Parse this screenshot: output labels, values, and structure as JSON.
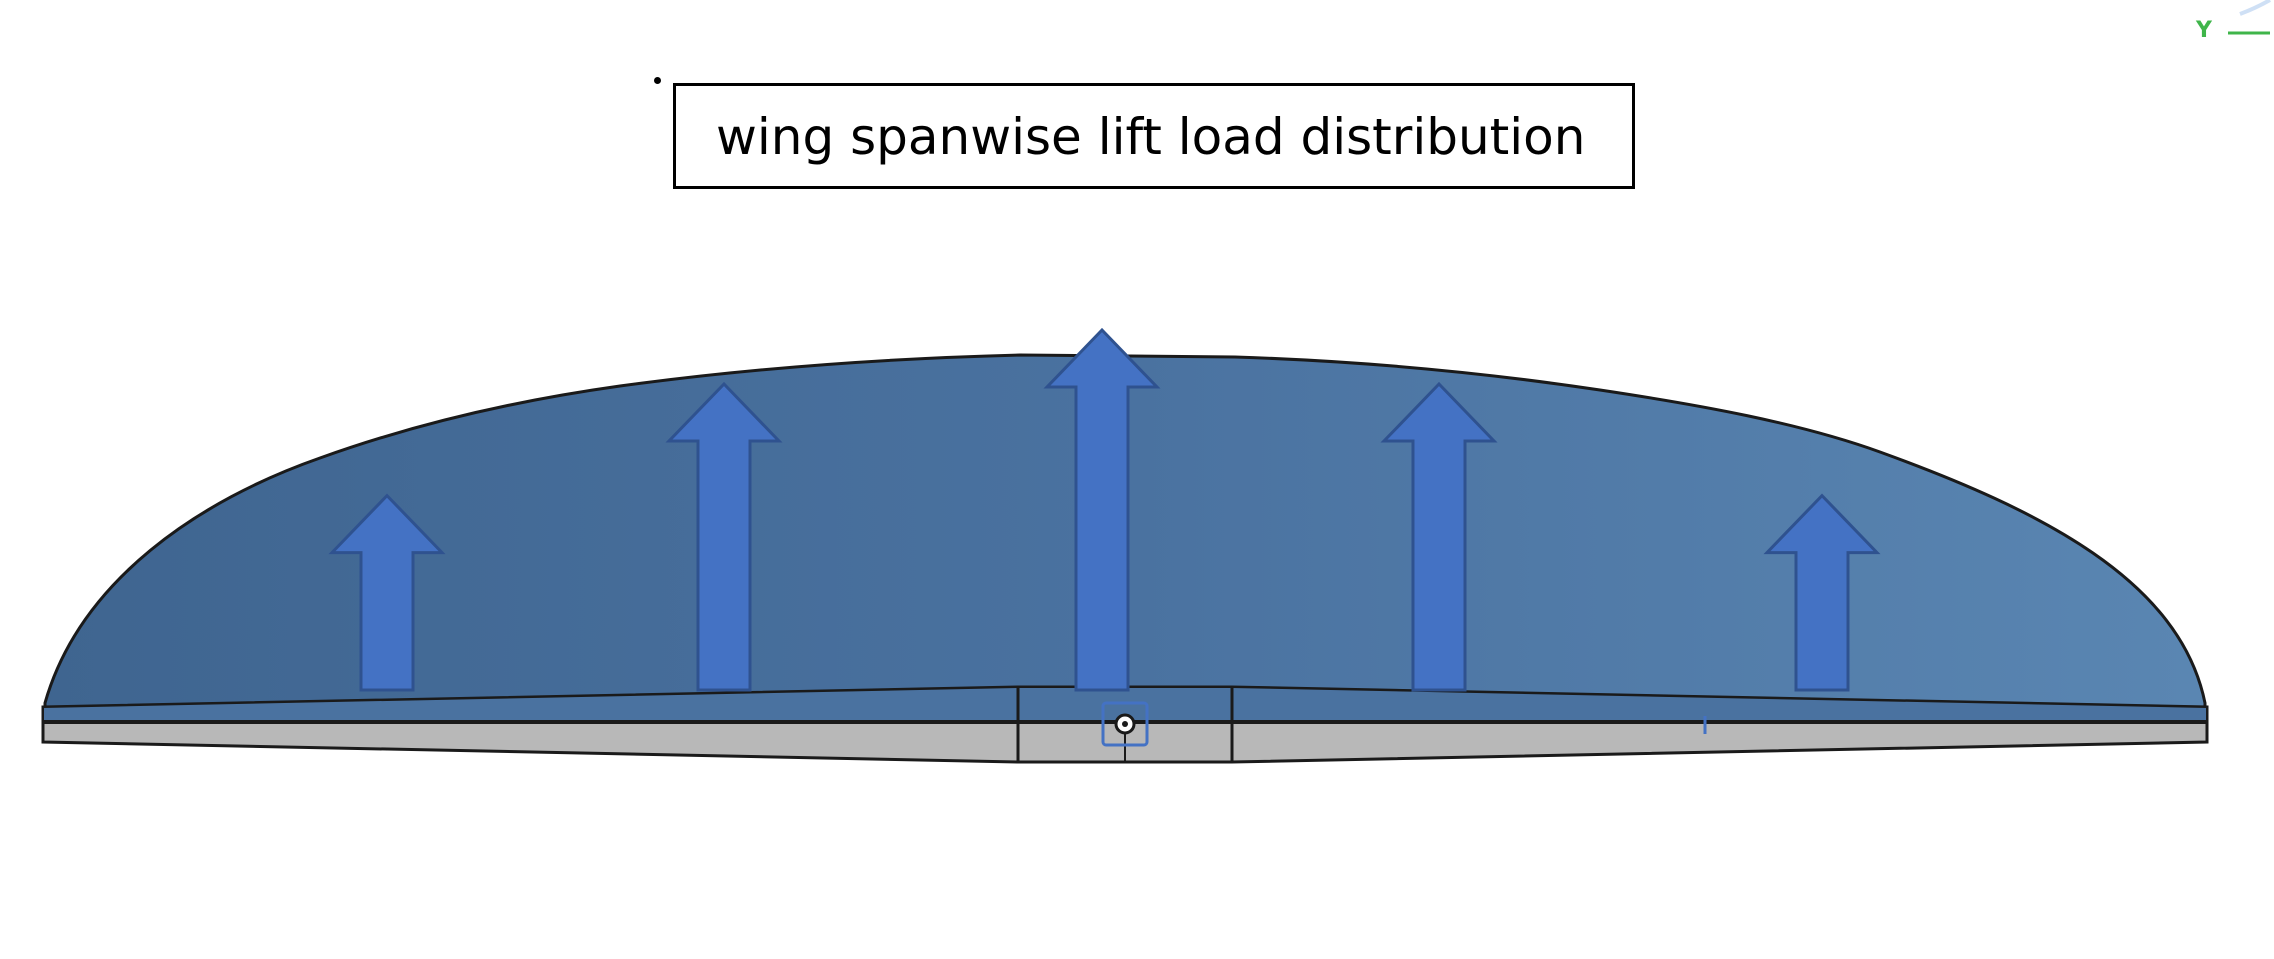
{
  "title": "wing spanwise lift load distribution",
  "axis_triad": {
    "label": "Y",
    "color": "#3fb54a"
  },
  "colors": {
    "lift_distribution_fill": "#4a72a0",
    "lift_arrow_fill": "#4472c4",
    "lift_arrow_stroke": "#2f528f",
    "wing_section_fill": "#b8b8b8",
    "outline": "#1a1a1a"
  },
  "lift_arrows": [
    {
      "name": "lift-arrow-outer-left",
      "relative_magnitude": 0.54
    },
    {
      "name": "lift-arrow-inner-left",
      "relative_magnitude": 0.85
    },
    {
      "name": "lift-arrow-center",
      "relative_magnitude": 1.0
    },
    {
      "name": "lift-arrow-inner-right",
      "relative_magnitude": 0.85
    },
    {
      "name": "lift-arrow-outer-right",
      "relative_magnitude": 0.54
    }
  ],
  "icons": {
    "origin_marker": "origin-point-icon",
    "axis_triad": "coordinate-axis-icon"
  }
}
